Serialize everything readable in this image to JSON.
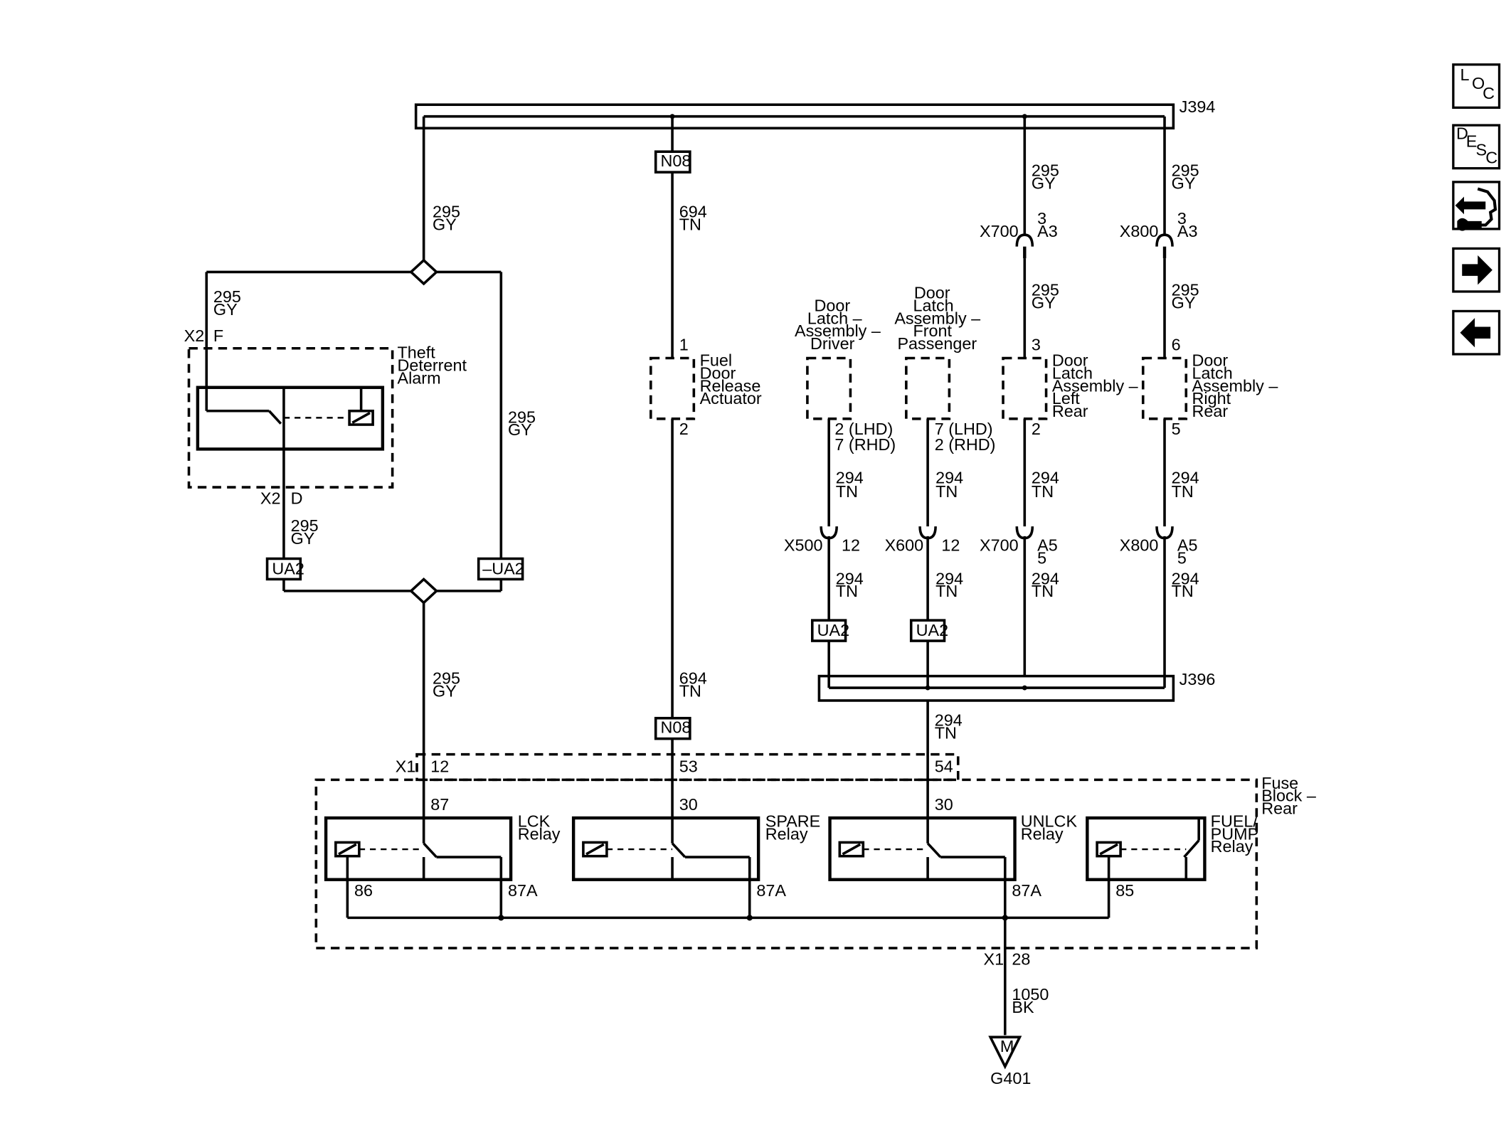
{
  "splices": {
    "j394": "J394",
    "j396": "J396"
  },
  "wires": {
    "gy295_num": "295",
    "gy_color": "GY",
    "tn694_num": "694",
    "tn294_num": "294",
    "tn_color": "TN",
    "bk1050_num": "1050",
    "bk_color": "BK"
  },
  "tags": {
    "n08": "N08",
    "ua2": "UA2",
    "neg_ua2": "–UA2"
  },
  "connectors": {
    "x700": "X700",
    "x800": "X800",
    "x500": "X500",
    "x600": "X600",
    "x1": "X1",
    "x2": "X2",
    "pin_3": "3",
    "pin_a3": "A3",
    "pin_a5": "A5",
    "pin_5": "5",
    "pin_12": "12",
    "pin_f": "F",
    "pin_d": "D",
    "pin_53": "53",
    "pin_54": "54",
    "pin_28": "28"
  },
  "components": {
    "theft_alarm": [
      "Theft",
      "Deterrent",
      "Alarm"
    ],
    "fuel_door": [
      "Fuel",
      "Door",
      "Release",
      "Actuator"
    ],
    "latch_driver": [
      "Door",
      "Latch –",
      "Assembly –",
      "Driver"
    ],
    "latch_front_pass": [
      "Door",
      "Latch",
      "Assembly –",
      "Front",
      "Passenger"
    ],
    "latch_left_rear": [
      "Door",
      "Latch",
      "Assembly –",
      "Left",
      "Rear"
    ],
    "latch_right_rear": [
      "Door",
      "Latch",
      "Assembly –",
      "Right",
      "Rear"
    ],
    "fuse_block": [
      "Fuse",
      "Block –",
      "Rear"
    ]
  },
  "component_pins": {
    "fuel_in": "1",
    "fuel_out": "2",
    "driver_pin": [
      "2 (LHD)",
      "7 (RHD)"
    ],
    "pass_pin": [
      "7 (LHD)",
      "2 (RHD)"
    ],
    "left_in": "3",
    "left_out": "2",
    "right_in": "6",
    "right_out": "5"
  },
  "relays": {
    "lck": [
      "LCK",
      "Relay"
    ],
    "spare": [
      "SPARE",
      "Relay"
    ],
    "unlck": [
      "UNLCK",
      "Relay"
    ],
    "fuel_pump": [
      "FUEL/",
      "PUMP",
      "Relay"
    ]
  },
  "relay_pins": {
    "p87": "87",
    "p30": "30",
    "p86": "86",
    "p87a": "87A",
    "p85": "85"
  },
  "ground": {
    "symbol": "M",
    "label": "G401"
  },
  "nav_buttons": [
    {
      "name": "loc",
      "letters": [
        "L",
        "O",
        "C"
      ]
    },
    {
      "name": "desc",
      "letters": [
        "D",
        "E",
        "S",
        "C"
      ]
    }
  ]
}
